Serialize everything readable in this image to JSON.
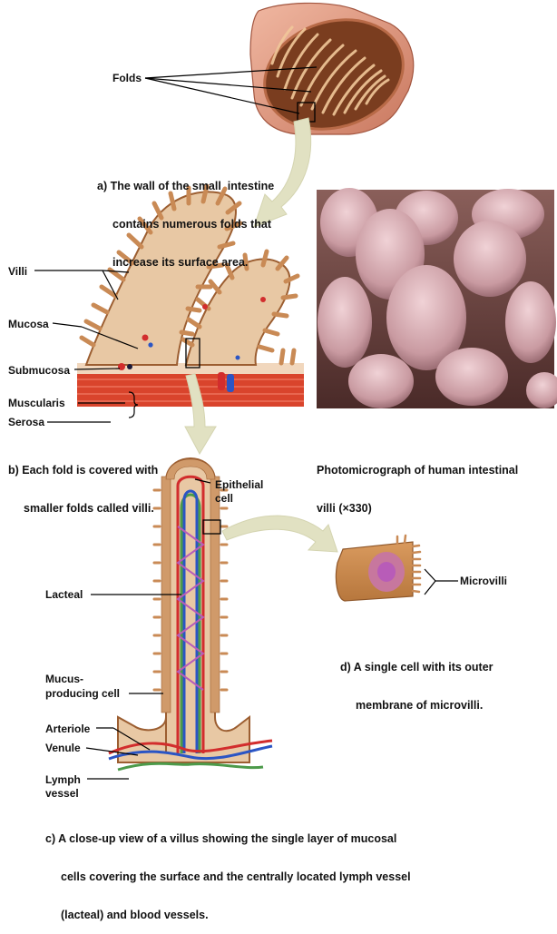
{
  "labels": {
    "folds": "Folds",
    "villi": "Villi",
    "mucosa": "Mucosa",
    "submucosa": "Submucosa",
    "muscularis": "Muscularis",
    "serosa": "Serosa",
    "epithelial_cell_line1": "Epithelial",
    "epithelial_cell_line2": "cell",
    "lacteal": "Lacteal",
    "mucus_line1": "Mucus-",
    "mucus_line2": "producing cell",
    "arteriole": "Arteriole",
    "venule": "Venule",
    "lymph_line1": "Lymph",
    "lymph_line2": "vessel",
    "microvilli": "Microvilli"
  },
  "captions": {
    "a": [
      "a) The wall of the small  intestine",
      "contains numerous folds that",
      "increase its surface area."
    ],
    "b": [
      "b) Each fold is covered with",
      "smaller folds called villi."
    ],
    "photo": [
      "Photomicrograph of human intestinal",
      "villi (×330)"
    ],
    "c": [
      "c) A close-up view of a villus showing the single layer of mucosal",
      "cells covering the surface and the centrally located lymph vessel",
      "(lacteal) and blood vessels."
    ],
    "d": [
      "d) A single cell with its outer",
      "membrane of microvilli."
    ]
  },
  "colors": {
    "tissue": "#c98a55",
    "tissue_dark": "#9c5e31",
    "tissue_light": "#e8c8a4",
    "muscle": "#d9442c",
    "artery": "#d22d2d",
    "vein": "#2b55c4",
    "lymph": "#4c9a4a",
    "arrow": "#e1e1c2",
    "photo_bg": "#6b3f3a",
    "nucleus": "#b85cb8"
  }
}
